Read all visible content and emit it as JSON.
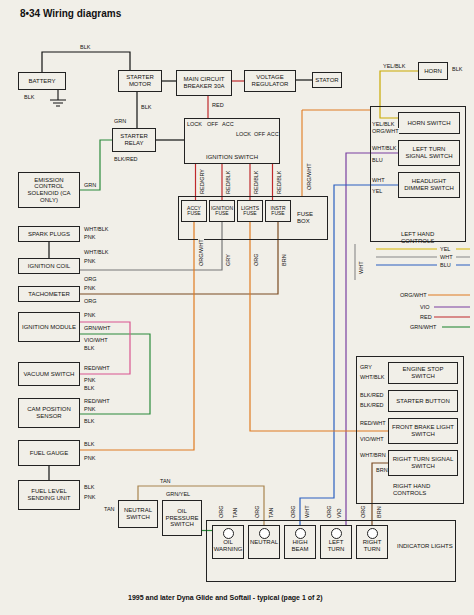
{
  "diagram": {
    "title": "8•34 Wiring diagrams",
    "caption": "1995 and later Dyna Glide and Softail - typical (page 1 of 2)",
    "nodes": [
      {
        "text": [
          "BATTERY"
        ]
      },
      {
        "text": [
          "STARTER MOTOR"
        ]
      },
      {
        "text": [
          "MAIN CIRCUIT BREAKER 30A"
        ]
      },
      {
        "text": [
          "VOLTAGE REGULATOR"
        ]
      },
      {
        "text": [
          "STATOR"
        ]
      },
      {
        "text": [
          "HORN"
        ]
      },
      {
        "text": [
          "STARTER RELAY"
        ]
      },
      {
        "text": [
          "IGNITION SWITCH"
        ]
      },
      {
        "text": [
          "LEFT HAND CONTROLS"
        ]
      },
      {
        "text": [
          "HORN SWITCH"
        ],
        "in": 8
      },
      {
        "text": [
          "LEFT TURN SIGNAL SWITCH"
        ],
        "in": 8
      },
      {
        "text": [
          "HEADLIGHT DIMMER SWITCH"
        ],
        "in": 8
      },
      {
        "text": [
          "EMISSION CONTROL SOLENOID (CA ONLY)"
        ]
      },
      {
        "text": [
          "SPARK PLUGS"
        ]
      },
      {
        "text": [
          "FUSE BOX"
        ]
      },
      {
        "text": [
          "ACCY FUSE"
        ],
        "in": 14
      },
      {
        "text": [
          "IGNITION FUSE"
        ],
        "in": 14
      },
      {
        "text": [
          "LIGHTS FUSE"
        ],
        "in": 14
      },
      {
        "text": [
          "INSTR FUSE"
        ],
        "in": 14
      },
      {
        "text": [
          "IGNITION COIL"
        ]
      },
      {
        "text": [
          "TACHOMETER"
        ]
      },
      {
        "text": [
          "IGNITION MODULE"
        ]
      },
      {
        "text": [
          "VACUUM SWITCH"
        ]
      },
      {
        "text": [
          "CAM POSITION SENSOR"
        ]
      },
      {
        "text": [
          "FUEL GAUGE"
        ]
      },
      {
        "text": [
          "FUEL LEVEL SENDING UNIT"
        ]
      },
      {
        "text": [
          "RIGHT HAND CONTROLS"
        ]
      },
      {
        "text": [
          "ENGINE STOP SWITCH"
        ],
        "in": 26
      },
      {
        "text": [
          "STARTER BUTTON"
        ],
        "in": 26
      },
      {
        "text": [
          "FRONT BRAKE LIGHT SWITCH"
        ],
        "in": 26
      },
      {
        "text": [
          "RIGHT TURN SIGNAL SWITCH"
        ],
        "in": 26
      },
      {
        "text": [
          "NEUTRAL SWITCH"
        ]
      },
      {
        "text": [
          "OIL PRESSURE SWITCH"
        ]
      },
      {
        "text": [
          "INDICATOR LIGHTS"
        ]
      },
      {
        "text": [
          "OIL WARNING"
        ],
        "in": 33
      },
      {
        "text": [
          "NEUTRAL"
        ],
        "in": 33
      },
      {
        "text": [
          "HIGH BEAM"
        ],
        "in": 33
      },
      {
        "text": [
          "LEFT TURN"
        ],
        "in": 33
      },
      {
        "text": [
          "RIGHT TURN"
        ],
        "in": 33
      }
    ],
    "edges": [
      {
        "from": 0,
        "to": 1,
        "arrow": "none"
      },
      {
        "from": 1,
        "to": 2,
        "arrow": "none"
      },
      {
        "from": 2,
        "to": 3,
        "arrow": "none"
      },
      {
        "from": 3,
        "to": 4,
        "arrow": "none"
      },
      {
        "from": 6,
        "to": 1,
        "arrow": "none"
      },
      {
        "from": 2,
        "to": 7,
        "arrow": "none"
      },
      {
        "from": 7,
        "to": 15,
        "arrow": "none"
      },
      {
        "from": 7,
        "to": 16,
        "arrow": "none"
      },
      {
        "from": 7,
        "to": 17,
        "arrow": "none"
      },
      {
        "from": 7,
        "to": 18,
        "arrow": "none"
      },
      {
        "from": 5,
        "to": 9,
        "arrow": "none"
      },
      {
        "from": 10,
        "to": 37,
        "arrow": "none"
      },
      {
        "from": 11,
        "to": 36,
        "arrow": "none"
      },
      {
        "from": 30,
        "to": 38,
        "arrow": "none"
      },
      {
        "from": 24,
        "to": 25,
        "arrow": "none"
      },
      {
        "from": 31,
        "to": 35,
        "arrow": "none"
      },
      {
        "from": 32,
        "to": 34,
        "arrow": "none"
      },
      {
        "from": 16,
        "to": 19,
        "arrow": "none"
      },
      {
        "from": 18,
        "to": 20,
        "arrow": "none"
      },
      {
        "from": 15,
        "to": 24,
        "arrow": "none"
      },
      {
        "from": 21,
        "to": 23,
        "arrow": "none"
      },
      {
        "from": 21,
        "to": 22,
        "arrow": "none"
      },
      {
        "from": 17,
        "to": 29,
        "arrow": "none"
      },
      {
        "from": 13,
        "to": 19,
        "arrow": "none"
      },
      {
        "from": 12,
        "to": 6,
        "arrow": "none"
      },
      {
        "from": 6,
        "to": 7,
        "arrow": "none"
      }
    ],
    "labels": [
      "BLK",
      "BLK",
      "BLK",
      "RED",
      "BLK",
      "YEL/BLK",
      "LOCK",
      "OFF",
      "ACC",
      "LOCK",
      "OFF",
      "ACC",
      "RED/GRY",
      "RED/BLK",
      "RED/BLK",
      "RED/BLK",
      "YEL/BLK",
      "ORG/WHT",
      "WHT/BLK",
      "BLU",
      "WHT",
      "YEL",
      "ORG/WHT",
      "WHT",
      "YEL",
      "WHT",
      "BLU",
      "ORG/WHT",
      "GRY",
      "ORG",
      "BRN",
      "GRN",
      "WHT/BLK",
      "PNK",
      "WHT/BLK",
      "PNK",
      "ORG",
      "PNK",
      "ORG",
      "PNK",
      "GRN/WHT",
      "VIO/WHT",
      "BLK",
      "RED/WHT",
      "PNK",
      "BLK",
      "RED/WHT",
      "PNK",
      "BLK",
      "BLK",
      "PNK",
      "BLK",
      "PNK",
      "ORG/WHT",
      "VIO",
      "RED",
      "GRN/WHT",
      "GRY",
      "WHT/BLK",
      "BLK/RED",
      "BLK/RED",
      "RED/WHT",
      "VIO/WHT",
      "WHT/BRN",
      "BRN",
      "TAN",
      "TAN",
      "GRN/YEL",
      "ORG",
      "TAN",
      "ORG",
      "TAN",
      "ORG",
      "WHT",
      "ORG",
      "VIO",
      "ORG",
      "BRN",
      "GRN",
      "BLK/RED"
    ]
  }
}
